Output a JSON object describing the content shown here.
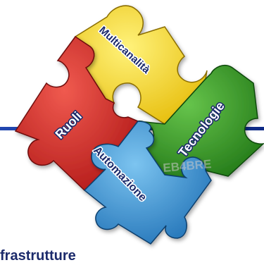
{
  "pieces": [
    {
      "id": "multicanalita",
      "label": "Multicanalità",
      "color": "#f6d500"
    },
    {
      "id": "tecnologie",
      "label": "Tecnologie",
      "color": "#2f9a23"
    },
    {
      "id": "ruoli",
      "label": "Ruoli",
      "color": "#d32020"
    },
    {
      "id": "automazione",
      "label": "Automazione",
      "color": "#2f8ccf"
    }
  ],
  "watermark": "EB4BRE",
  "bottom_text": "frastrutture",
  "accent_line_color": "#2247b0"
}
